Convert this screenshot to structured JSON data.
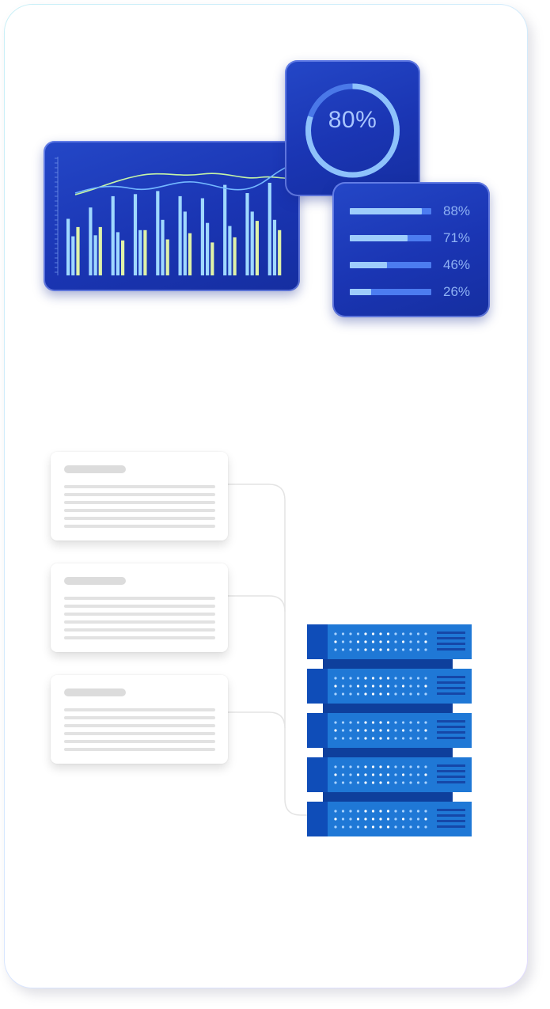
{
  "dashboard": {
    "donut": {
      "value_label": "80%",
      "value": 0.8,
      "ring_color": "#8ec2fb",
      "track_color": "#4a78e8"
    },
    "progress": [
      {
        "label": "88%",
        "value": 0.88
      },
      {
        "label": "71%",
        "value": 0.71
      },
      {
        "label": "46%",
        "value": 0.46
      },
      {
        "label": "26%",
        "value": 0.26
      }
    ],
    "chart": {
      "bar_color_a": "#dff2a8",
      "bar_color_b": "#9fd8ff",
      "line_color_a": "#c6f5a6",
      "line_color_b": "#74b8ff",
      "groups": [
        [
          0.55,
          0.38,
          0.47
        ],
        [
          0.66,
          0.39,
          0.47
        ],
        [
          0.77,
          0.42,
          0.34
        ],
        [
          0.79,
          0.44,
          0.44
        ],
        [
          0.82,
          0.54,
          0.35
        ],
        [
          0.77,
          0.62,
          0.41
        ],
        [
          0.75,
          0.51,
          0.32
        ],
        [
          0.88,
          0.48,
          0.37
        ],
        [
          0.8,
          0.62,
          0.53
        ],
        [
          0.9,
          0.54,
          0.44
        ]
      ]
    }
  },
  "documents": [
    {
      "name": "document-card-1"
    },
    {
      "name": "document-card-2"
    },
    {
      "name": "document-card-3"
    }
  ],
  "server": {
    "units": 5,
    "color": "#1f78d6",
    "edge_color": "#0f4db8"
  }
}
